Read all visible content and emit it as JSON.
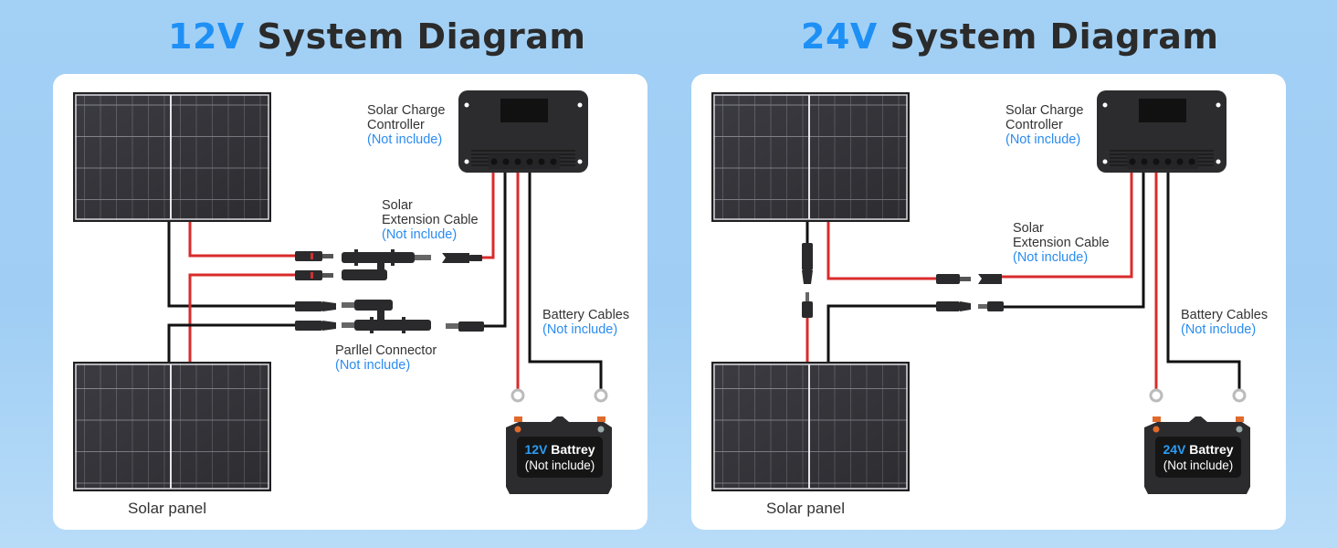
{
  "colors": {
    "accent": "#1e90f5",
    "note": "#2a8cf0",
    "positive_wire": "#d92b2b",
    "negative_wire": "#111111",
    "panel": "#3a3a40",
    "device": "#2a2a2c"
  },
  "diagrams": [
    {
      "title_voltage": "12V",
      "title_rest": "System Diagram",
      "controller": {
        "line1": "Solar Charge",
        "line2": "Controller",
        "note": "(Not include)"
      },
      "extension_cable": {
        "line1": "Solar",
        "line2": "Extension Cable",
        "note": "(Not include)"
      },
      "parallel_connector": {
        "line1": "Parllel Connector",
        "note": "(Not include)"
      },
      "battery_cables": {
        "line1": "Battery Cables",
        "note": "(Not include)"
      },
      "battery": {
        "voltage": "12V",
        "name": "Battrey",
        "note": "(Not include)"
      },
      "panel_caption": "Solar panel",
      "wiring": "parallel"
    },
    {
      "title_voltage": "24V",
      "title_rest": "System Diagram",
      "controller": {
        "line1": "Solar Charge",
        "line2": "Controller",
        "note": "(Not include)"
      },
      "extension_cable": {
        "line1": "Solar",
        "line2": "Extension Cable",
        "note": "(Not include)"
      },
      "battery_cables": {
        "line1": "Battery Cables",
        "note": "(Not include)"
      },
      "battery": {
        "voltage": "24V",
        "name": "Battrey",
        "note": "(Not include)"
      },
      "panel_caption": "Solar panel",
      "wiring": "series"
    }
  ]
}
